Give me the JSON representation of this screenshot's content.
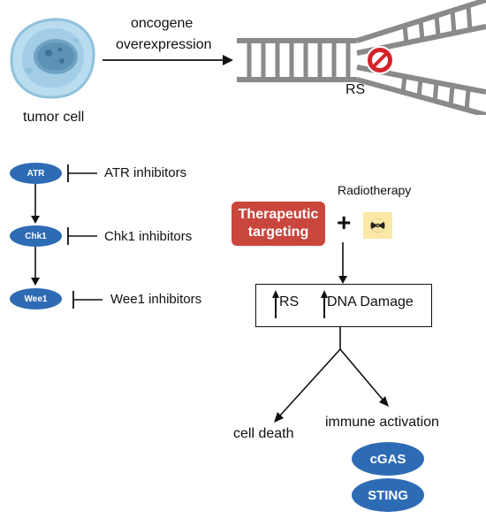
{
  "top": {
    "tumor_label": "tumor cell",
    "arrow_label_line1": "oncogene",
    "arrow_label_line2": "overexpression",
    "rs_label": "RS"
  },
  "pathway": {
    "nodes": [
      "ATR",
      "Chk1",
      "Wee1"
    ],
    "inhibitors": [
      "ATR inhibitors",
      "Chk1 inhibitors",
      "Wee1 inhibitors"
    ]
  },
  "therapy": {
    "radiotherapy_label": "Radiotherapy",
    "therapeutic_line1": "Therapeutic",
    "therapeutic_line2": "targeting",
    "plus": "+",
    "rs_item": "RS",
    "dna_item": "DNA Damage",
    "cell_death": "cell death",
    "immune_activation": "immune activation",
    "cgas": "cGAS",
    "sting": "STING"
  },
  "colors": {
    "pill": "#2e6bb5",
    "therapeutic": "#c9463d",
    "radiation_bg": "#fbe7a6",
    "no_sign": "#d6232a",
    "cell_outer": "#a9d3ea",
    "cell_nucleus": "#5c93b5"
  },
  "icons": [
    "tumor-cell-icon",
    "replication-fork-icon",
    "no-entry-icon",
    "radiation-icon"
  ]
}
